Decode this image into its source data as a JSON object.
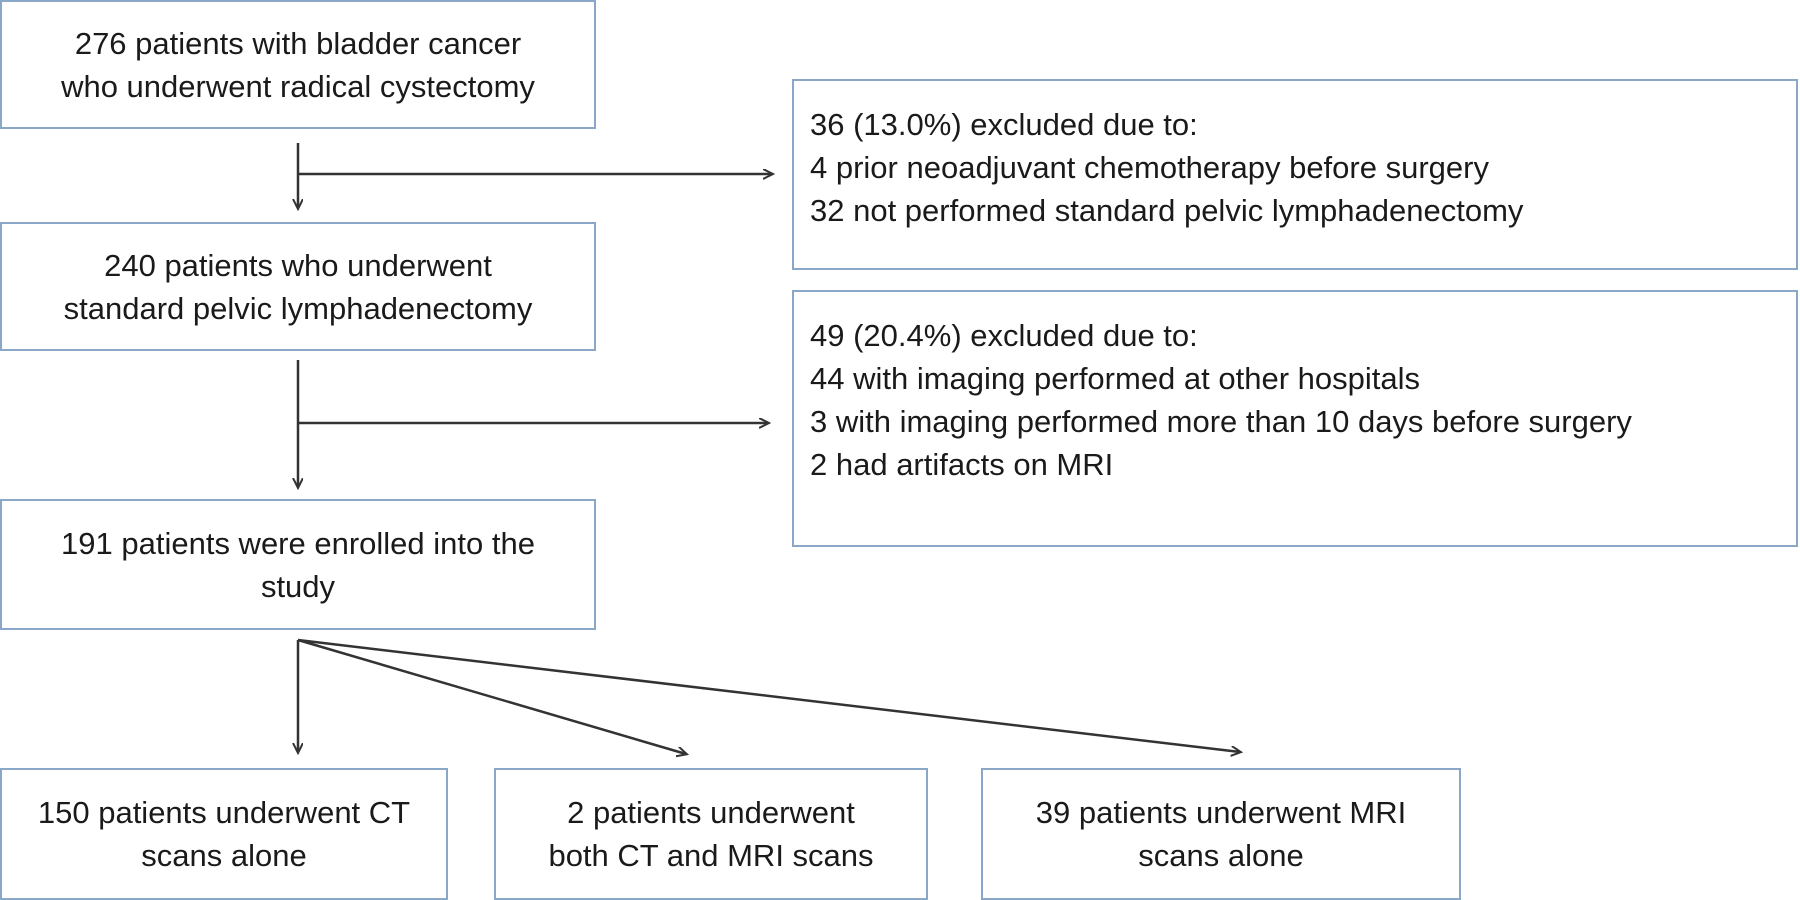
{
  "flowchart": {
    "start": {
      "lines": [
        "276 patients with bladder cancer",
        "who underwent radical cystectomy"
      ]
    },
    "lymphadenectomy": {
      "lines": [
        "240 patients who underwent",
        "standard pelvic lymphadenectomy"
      ]
    },
    "enrolled": {
      "lines": [
        "191 patients were enrolled into the",
        "study"
      ]
    },
    "exclusion_1": {
      "lines": [
        "36 (13.0%) excluded due to:",
        "4 prior neoadjuvant chemotherapy before surgery",
        "32 not performed standard pelvic lymphadenectomy"
      ]
    },
    "exclusion_2": {
      "lines": [
        "49 (20.4%) excluded due to:",
        "44 with imaging performed at other hospitals",
        "3 with imaging performed more than 10 days before surgery",
        "2 had artifacts on MRI"
      ]
    },
    "ct_only": {
      "lines": [
        "150 patients underwent CT",
        "scans alone"
      ]
    },
    "ct_mri": {
      "lines": [
        "2 patients underwent",
        "both CT and MRI scans"
      ]
    },
    "mri_only": {
      "lines": [
        "39 patients underwent MRI",
        "scans alone"
      ]
    }
  },
  "colors": {
    "box_border": "#8aa7c8",
    "arrow": "#333333",
    "text": "#1a1a1a"
  }
}
